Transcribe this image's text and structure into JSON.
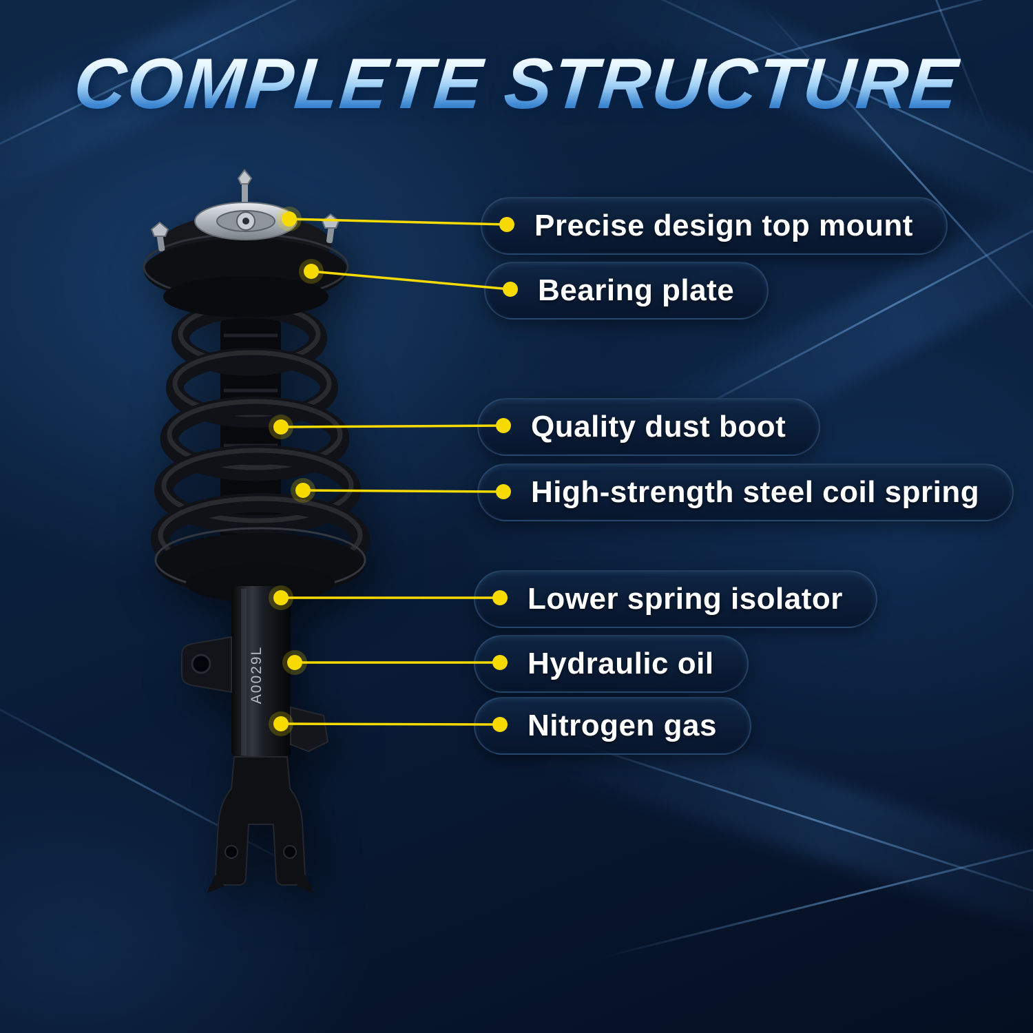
{
  "title": "COMPLETE STRUCTURE",
  "callouts": [
    {
      "label": "Precise design top mount"
    },
    {
      "label": "Bearing plate"
    },
    {
      "label": "Quality dust boot"
    },
    {
      "label": "High-strength steel coil spring"
    },
    {
      "label": "Lower spring isolator"
    },
    {
      "label": "Hydraulic oil"
    },
    {
      "label": "Nitrogen gas"
    }
  ],
  "product": {
    "part_marking": "A0029L"
  },
  "colors": {
    "background_navy": "#0a1e3a",
    "accent_yellow": "#f7da00",
    "label_text": "#ffffff",
    "title_highlight": "#e4f4ff",
    "title_blue": "#1d63b2"
  }
}
